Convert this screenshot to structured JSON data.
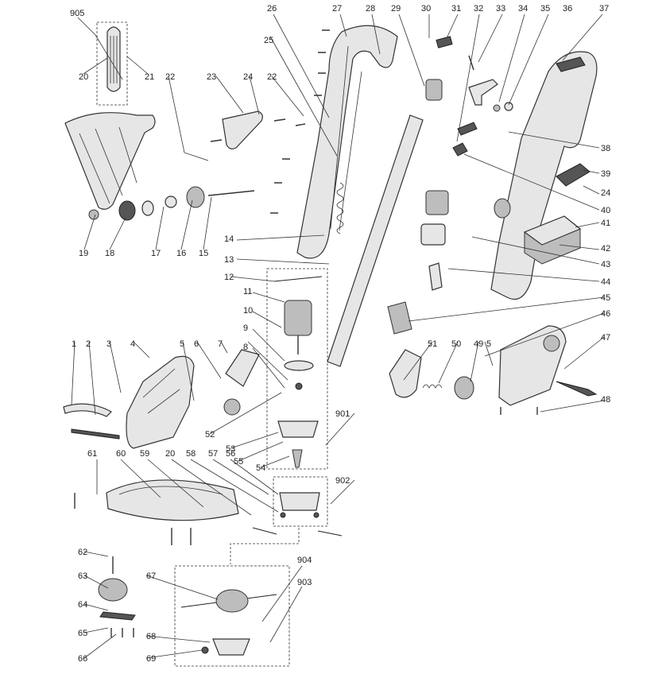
{
  "callouts": {
    "c1": "1",
    "c2": "2",
    "c3": "3",
    "c4": "4",
    "c5": "5",
    "c5b": "5",
    "c6": "6",
    "c7": "7",
    "c8": "8",
    "c9": "9",
    "c10": "10",
    "c11": "11",
    "c12": "12",
    "c13": "13",
    "c14": "14",
    "c15": "15",
    "c16": "16",
    "c17": "17",
    "c18": "18",
    "c19": "19",
    "c20": "20",
    "c20b": "20",
    "c21": "21",
    "c22": "22",
    "c22b": "22",
    "c23": "23",
    "c24": "24",
    "c24b": "24",
    "c25": "25",
    "c26": "26",
    "c27": "27",
    "c28": "28",
    "c29": "29",
    "c30": "30",
    "c31": "31",
    "c32": "32",
    "c33": "33",
    "c34": "34",
    "c35": "35",
    "c36": "36",
    "c37": "37",
    "c38": "38",
    "c39": "39",
    "c40": "40",
    "c41": "41",
    "c42": "42",
    "c43": "43",
    "c44": "44",
    "c45": "45",
    "c46": "46",
    "c47": "47",
    "c48": "48",
    "c49": "49",
    "c50": "50",
    "c51": "51",
    "c52": "52",
    "c53": "53",
    "c54": "54",
    "c55": "55",
    "c56": "56",
    "c57": "57",
    "c58": "58",
    "c59": "59",
    "c60": "60",
    "c61": "61",
    "c62": "62",
    "c63": "63",
    "c64": "64",
    "c65": "65",
    "c66": "66",
    "c67": "67",
    "c68": "68",
    "c69": "69",
    "c901": "901",
    "c902": "902",
    "c903": "903",
    "c904": "904",
    "c905": "905"
  }
}
